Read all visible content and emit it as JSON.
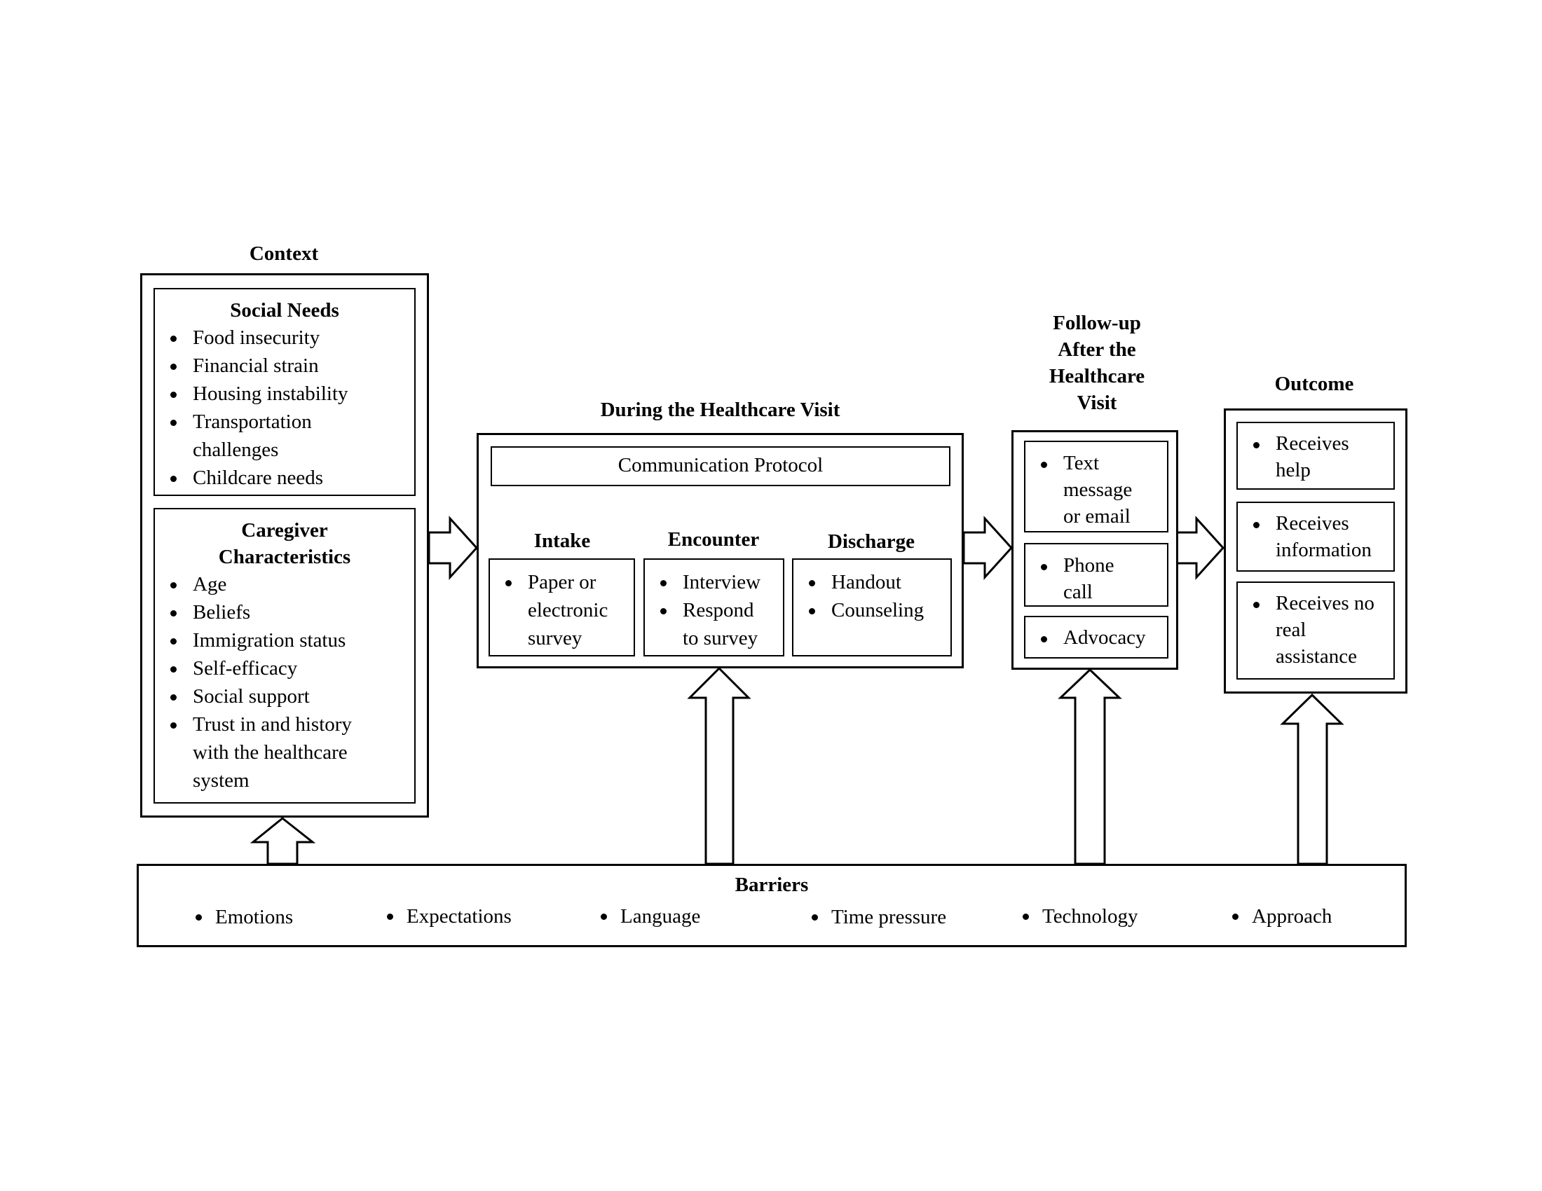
{
  "context": {
    "title": "Context",
    "social_needs": {
      "heading": "Social Needs",
      "items": [
        "Food insecurity",
        "Financial strain",
        "Housing instability",
        "Transportation challenges",
        "Childcare needs"
      ]
    },
    "caregiver": {
      "heading": "Caregiver Characteristics",
      "items": [
        "Age",
        "Beliefs",
        "Immigration status",
        "Self-efficacy",
        "Social support",
        "Trust in and history with the healthcare system"
      ]
    }
  },
  "visit": {
    "title": "During the Healthcare Visit",
    "protocol": "Communication Protocol",
    "intake": {
      "heading": "Intake",
      "items": [
        "Paper or electronic survey"
      ]
    },
    "encounter": {
      "heading": "Encounter",
      "items": [
        "Interview",
        "Respond to survey"
      ]
    },
    "discharge": {
      "heading": "Discharge",
      "items": [
        "Handout",
        "Counseling"
      ]
    }
  },
  "followup": {
    "title": "Follow-up After the Healthcare Visit",
    "items": [
      "Text message or email",
      "Phone call",
      "Advocacy"
    ]
  },
  "outcome": {
    "title": "Outcome",
    "items": [
      "Receives help",
      "Receives information",
      "Receives no real assistance"
    ]
  },
  "barriers": {
    "title": "Barriers",
    "items": [
      "Emotions",
      "Expectations",
      "Language",
      "Time pressure",
      "Technology",
      "Approach"
    ]
  }
}
